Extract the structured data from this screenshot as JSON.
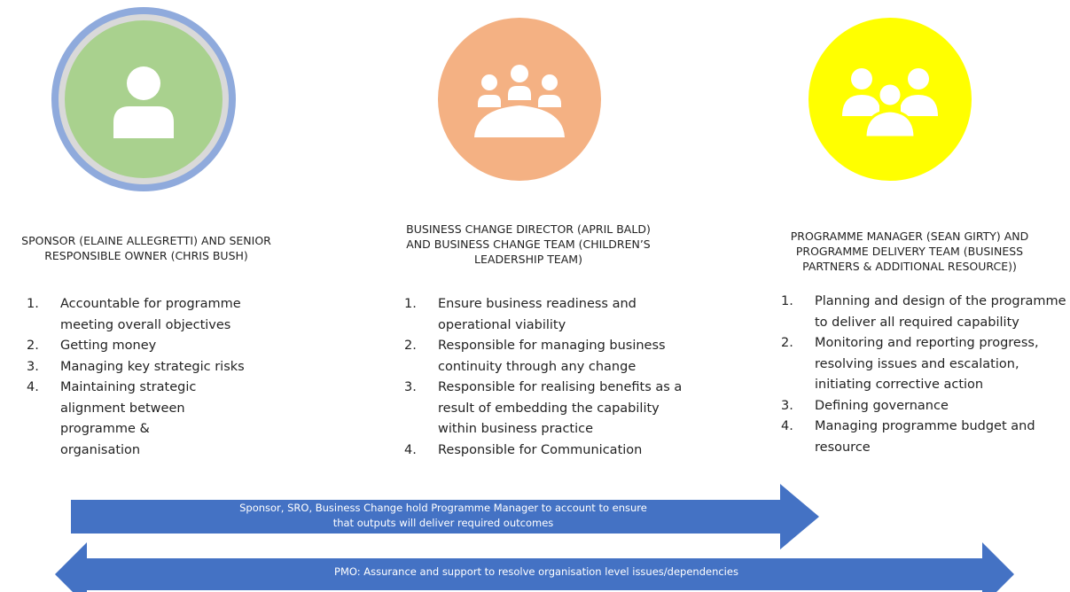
{
  "roles": [
    {
      "heading": "SPONSOR (ELAINE ALLEGRETTI) AND SENIOR\nRESPONSIBLE OWNER (CHRIS BUSH)",
      "icon": "person-icon",
      "color": "#a9d18e",
      "ring_color": "#8faadc",
      "items": [
        {
          "num": "1.",
          "text": "Accountable for programme meeting overall objectives"
        },
        {
          "num": "2.",
          "text": "Getting money"
        },
        {
          "num": "3.",
          "text": "Managing key strategic risks"
        },
        {
          "num": "4.",
          "text": "Maintaining strategic alignment between programme & organisation"
        }
      ]
    },
    {
      "heading": "BUSINESS CHANGE DIRECTOR (APRIL BALD)\nAND BUSINESS CHANGE TEAM (CHILDREN’S\nLEADERSHIP TEAM)",
      "icon": "meeting-group-icon",
      "color": "#f4b183",
      "items": [
        {
          "num": "1.",
          "text": "Ensure business readiness and operational viability"
        },
        {
          "num": "2.",
          "text": "Responsible for managing business continuity through any change"
        },
        {
          "num": "3.",
          "text": "Responsible for realising benefits as a result of embedding the capability within business practice"
        },
        {
          "num": "4.",
          "text": "Responsible for Communication"
        }
      ]
    },
    {
      "heading": "PROGRAMME MANAGER (SEAN GIRTY) AND\nPROGRAMME DELIVERY TEAM (BUSINESS\nPARTNERS & ADDITIONAL RESOURCE))",
      "icon": "team-icon",
      "color": "#ffff00",
      "items": [
        {
          "num": "1.",
          "text": "Planning and design of the programme to deliver all required capability"
        },
        {
          "num": "2.",
          "text": "Monitoring and reporting progress, resolving issues and escalation, initiating corrective action"
        },
        {
          "num": "3.",
          "text": "Defining governance"
        },
        {
          "num": "4.",
          "text": "Managing programme budget and resource"
        }
      ]
    }
  ],
  "arrows": {
    "accountability": {
      "text": "Sponsor, SRO, Business Change hold Programme Manager to account to ensure\nthat outputs will deliver required outcomes",
      "color": "#4472c4"
    },
    "pmo": {
      "text": "PMO:  Assurance and support to resolve organisation level issues/dependencies",
      "color": "#4472c4"
    }
  }
}
